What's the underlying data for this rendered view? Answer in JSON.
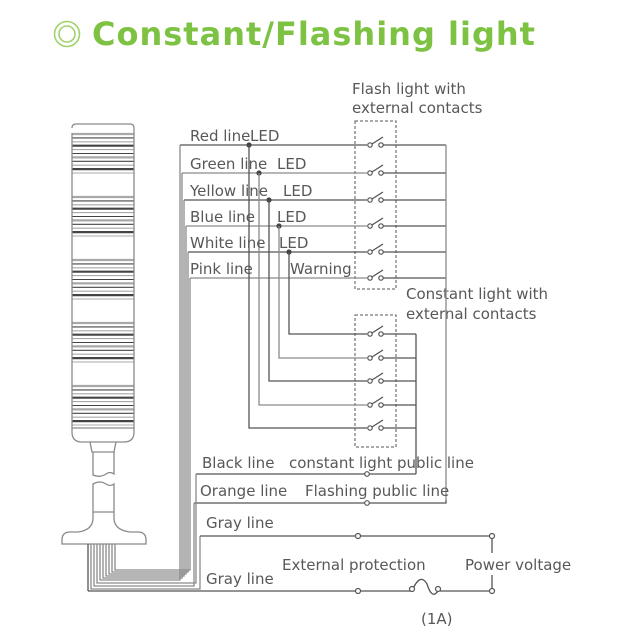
{
  "title": {
    "icon": "double-circle-icon",
    "text": "Constant/Flashing light",
    "color": "#7dc242"
  },
  "diagram": {
    "flash_group_label": [
      "Flash light with",
      "external contacts"
    ],
    "constant_group_label": [
      "Constant light with",
      "external contacts"
    ],
    "signal_lines": [
      {
        "name": "Red line",
        "function": "LED"
      },
      {
        "name": "Green line",
        "function": "LED"
      },
      {
        "name": "Yellow line",
        "function": "LED"
      },
      {
        "name": "Blue line",
        "function": "LED"
      },
      {
        "name": "White line",
        "function": "LED"
      },
      {
        "name": "Pink line",
        "function": "Warning"
      }
    ],
    "common_lines": [
      {
        "name": "Black line",
        "function": "constant light public line"
      },
      {
        "name": "Orange line",
        "function": "Flashing  public line"
      }
    ],
    "power_lines": [
      {
        "name": "Gray line"
      },
      {
        "name": "Gray line"
      }
    ],
    "external_protection_label": "External protection",
    "fuse_rating": "(1A)",
    "power_voltage_label": "Power voltage",
    "flash_switch_count": 6,
    "constant_switch_count": 5,
    "tower_tiers": 5,
    "line_color": "#555555",
    "text_color": "#58585a"
  }
}
